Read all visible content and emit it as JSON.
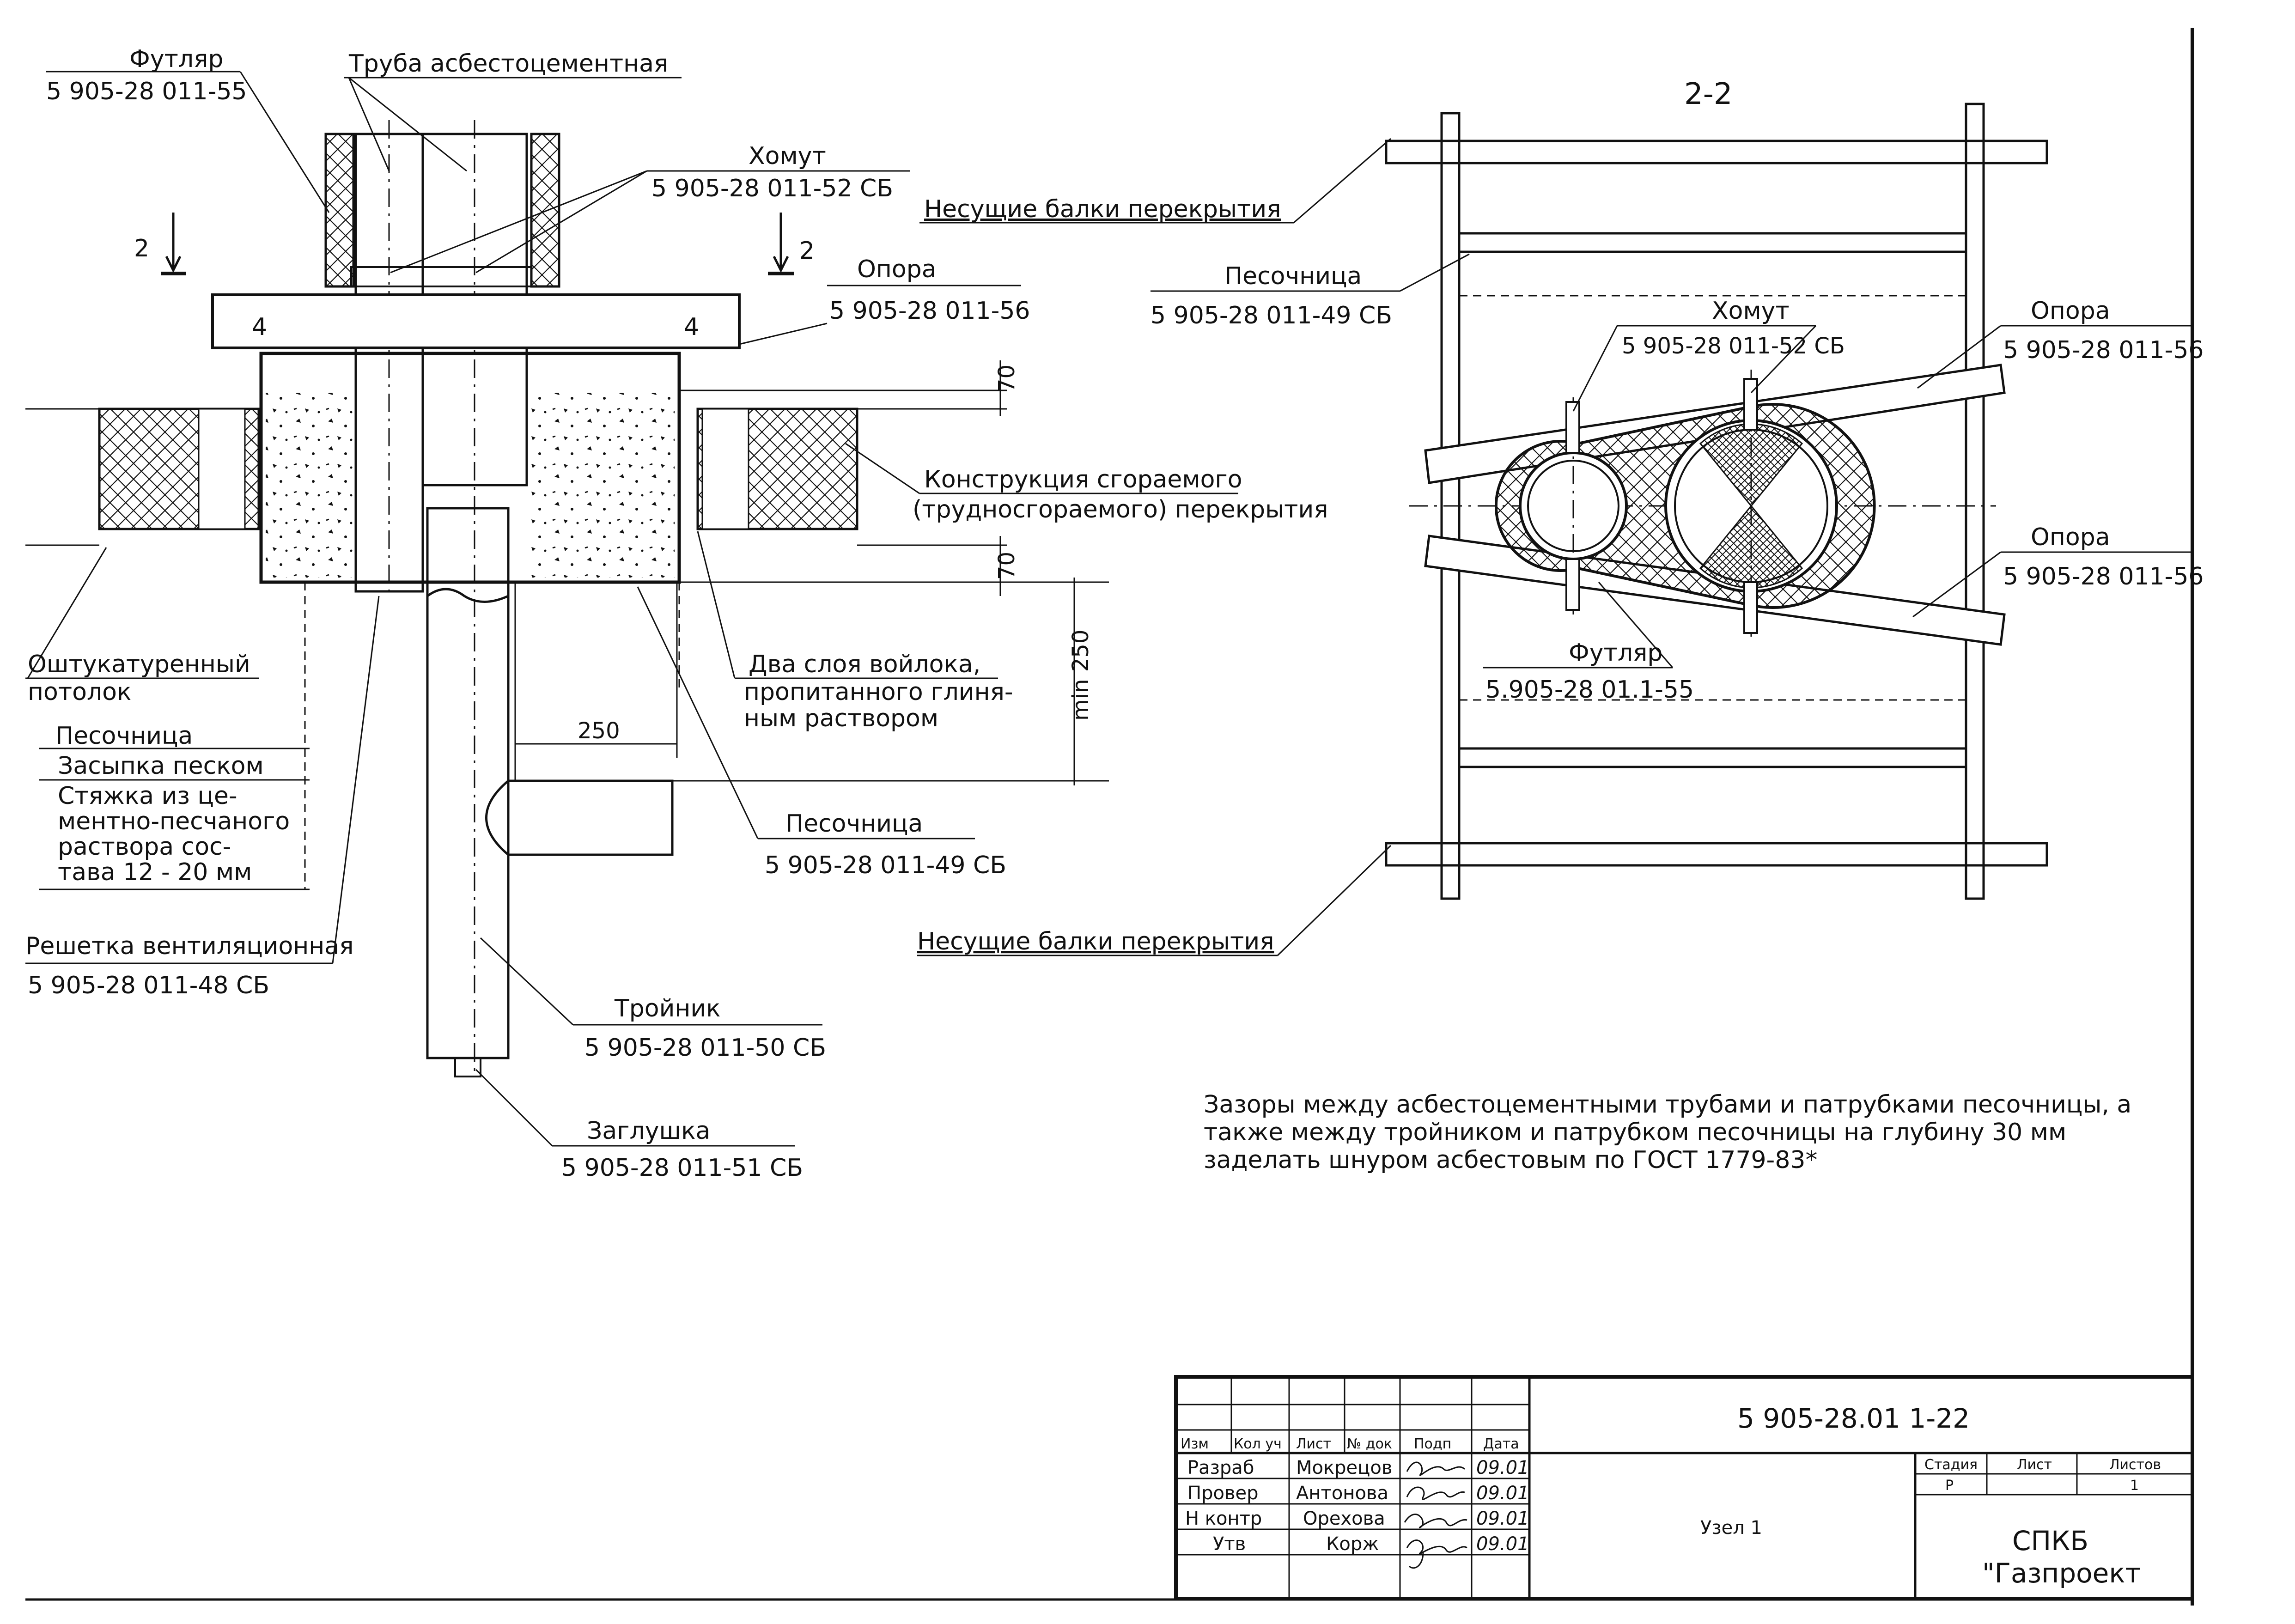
{
  "left_view": {
    "callouts": {
      "futlyar": {
        "name": "Футляр",
        "code": "5 905-28 011-55"
      },
      "truba": {
        "name": "Труба асбестоцементная"
      },
      "khomut": {
        "name": "Хомут",
        "code": "5 905-28 011-52 СБ"
      },
      "opora": {
        "name": "Опора",
        "code": "5 905-28 011-56"
      },
      "konstruktsiya": {
        "line1": "Конструкция сгораемого",
        "line2": "(трудносгораемого) перекрытия"
      },
      "potolok": {
        "line1": "Оштукатуренный",
        "line2": "потолок"
      },
      "stack": {
        "pesochnitsa": "Песочница",
        "zasypka": "Засыпка песком",
        "styazhka1": "Стяжка из це-",
        "styazhka2": "ментно-песчаного",
        "styazhka3": "раствора сос-",
        "styazhka4": "тава 12 - 20 мм"
      },
      "reshetka": {
        "name": "Решетка вентиляционная",
        "code": "5 905-28 011-48 СБ"
      },
      "voilok": {
        "line1": "Два слоя войлока,",
        "line2": "пропитанного глиня-",
        "line3": "ным раствором"
      },
      "pesochnitsa": {
        "name": "Песочница",
        "code": "5 905-28 011-49 СБ"
      },
      "troinik": {
        "name": "Тройник",
        "code": "5 905-28 011-50 СБ"
      },
      "zaglushka": {
        "name": "Заглушка",
        "code": "5 905-28 011-51 СБ"
      }
    },
    "section_marks": {
      "left": "2",
      "right": "2"
    },
    "opora_marks": {
      "left": "4",
      "right": "4"
    },
    "dimensions": {
      "top": "70",
      "bottom": "70",
      "min_depth": "min 250",
      "width": "250"
    }
  },
  "right_view": {
    "section_title": "2-2",
    "callouts": {
      "balki_top": "Несущие балки перекрытия",
      "balki_bottom": "Несущие балки перекрытия",
      "pesochnitsa": {
        "name": "Песочница",
        "code": "5 905-28 011-49 СБ"
      },
      "khomut": {
        "name": "Хомут",
        "code": "5 905-28 011-52 СБ"
      },
      "opora_top": {
        "name": "Опора",
        "code": "5 905-28 011-56"
      },
      "opora_bottom": {
        "name": "Опора",
        "code": "5 905-28 011-56"
      },
      "futlyar": {
        "name": "Футляр",
        "code": "5.905-28 01.1-55"
      }
    }
  },
  "note": {
    "line1": "Зазоры между асбестоцементными трубами и патрубками песочницы, а",
    "line2": "также между тройником и патрубком песочницы на глубину 30 мм",
    "line3": "заделать шнуром асбестовым по ГОСТ 1779-83*"
  },
  "title_block": {
    "doc_code": "5 905-28.01 1-22",
    "headers": {
      "izm": "Изм",
      "kol": "Кол уч",
      "list": "Лист",
      "ndok": "№ док",
      "podp": "Подп",
      "data": "Дата"
    },
    "rows": [
      {
        "role": "Разраб",
        "name": "Мокрецов",
        "date": "09.01"
      },
      {
        "role": "Провер",
        "name": "Антонова",
        "date": "09.01"
      },
      {
        "role": "Н контр",
        "name": "Орехова",
        "date": "09.01"
      },
      {
        "role": "Утв",
        "name": "Корж",
        "date": "09.01"
      }
    ],
    "sheet_title": "Узел 1",
    "stage_hdr": "Стадия",
    "list_hdr": "Лист",
    "lists_hdr": "Листов",
    "stage_val": "Р",
    "lists_val": "1",
    "org_line1": "СПКБ",
    "org_line2": "\"Газпроект"
  }
}
